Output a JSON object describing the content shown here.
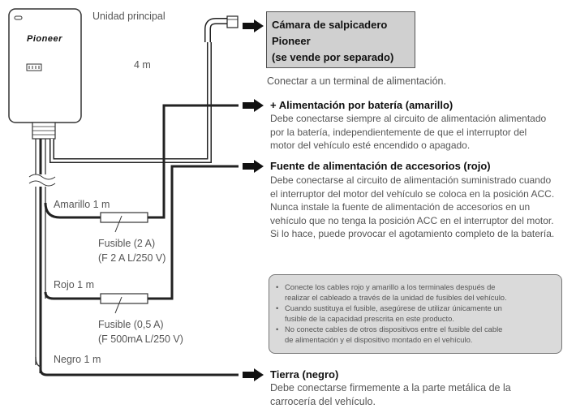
{
  "main_unit": {
    "label": "Unidad principal",
    "brand": "Pioneer"
  },
  "cable_length": "4 m",
  "camera": {
    "lines": [
      "Cámara de salpicadero",
      "Pioneer",
      "(se vende por separado)"
    ],
    "note": "Conectar a un terminal de alimentación."
  },
  "battery": {
    "title": "+ Alimentación por batería (amarillo)",
    "lines": [
      "Debe conectarse siempre al circuito de alimentación alimentado",
      "por la batería, independientemente de que el interruptor del",
      "motor del vehículo esté encendido o apagado."
    ]
  },
  "accessory": {
    "title": "Fuente de alimentación de accesorios (rojo)",
    "lines": [
      "Debe conectarse al circuito de alimentación suministrado cuando",
      "el interruptor del motor del vehículo se coloca en la posición ACC.",
      "Nunca instale la fuente de alimentación de accesorios en un",
      "vehículo que no tenga la posición ACC en el interruptor del motor.",
      "Si lo hace, puede provocar el agotamiento completo de la batería."
    ]
  },
  "wires": {
    "yellow": "Amarillo 1 m",
    "red": "Rojo 1 m",
    "black": "Negro 1 m"
  },
  "fuse_yellow": [
    "Fusible (2 A)",
    "(F 2 A L/250 V)"
  ],
  "fuse_red": [
    "Fusible (0,5 A)",
    "(F 500mA L/250 V)"
  ],
  "notes": [
    [
      "Conecte los cables rojo y amarillo a los terminales después de",
      "realizar el cableado a través de la unidad de fusibles del vehículo."
    ],
    [
      "Cuando sustituya el fusible, asegúrese de utilizar únicamente un",
      "fusible de la capacidad prescrita en este producto."
    ],
    [
      "No conecte cables de otros dispositivos entre el fusible del cable",
      "de alimentación y el dispositivo montado en el vehículo."
    ]
  ],
  "ground": {
    "title": "Tierra (negro)",
    "lines": [
      "Debe conectarse firmemente a la parte metálica de la",
      "carrocería del vehículo."
    ]
  }
}
